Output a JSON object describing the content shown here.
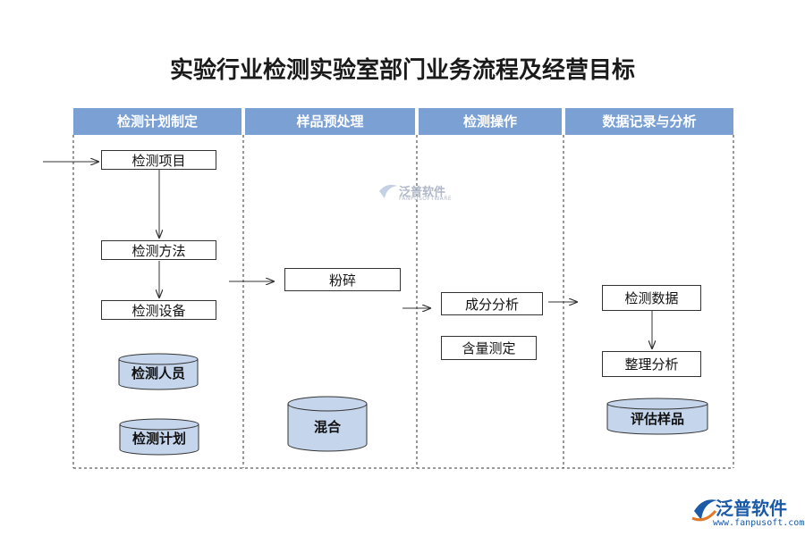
{
  "title": "实验行业检测实验室部门业务流程及经营目标",
  "lanes": [
    {
      "label": "检测计划制定"
    },
    {
      "label": "样品预处理"
    },
    {
      "label": "检测操作"
    },
    {
      "label": "数据记录与分析"
    }
  ],
  "nodes": {
    "jc_xm": "检测项目",
    "jc_ff": "检测方法",
    "jc_sb": "检测设备",
    "jc_ry": "检测人员",
    "jc_jh": "检测计划",
    "fs": "粉碎",
    "hh": "混合",
    "cf": "成分分析",
    "hl": "含量测定",
    "sj": "检测数据",
    "zl": "整理分析",
    "pg": "评估样品"
  },
  "watermark": {
    "name": "泛普软件",
    "sub": "FANPUSOFTWARE"
  },
  "logo": {
    "name": "泛普软件",
    "url": "www.fanpusoft.com"
  },
  "colors": {
    "lane_header": "#7aa0d4",
    "cylinder_fill": "#c5d5ec",
    "logo": "#1a5aa8"
  }
}
